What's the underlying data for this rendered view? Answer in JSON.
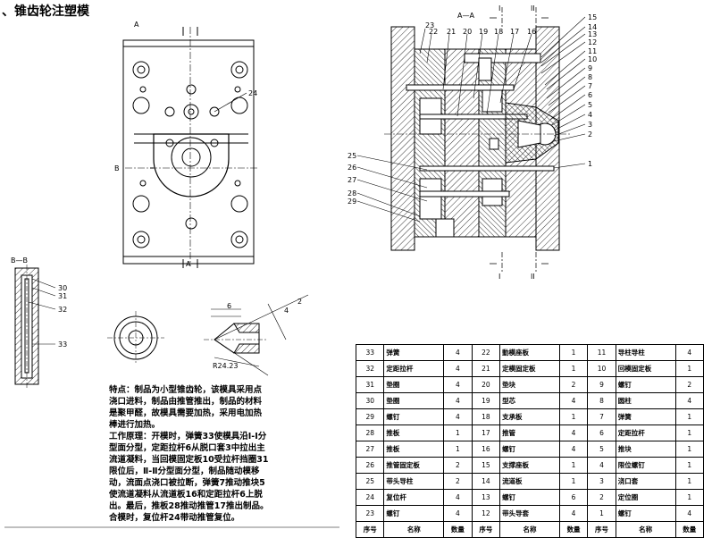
{
  "title": "、锥齿轮注塑模",
  "views": {
    "section_aa": "A—A",
    "section_bb": "B—B",
    "view_a_top": "A",
    "view_a_bottom": "A",
    "view_b_left": "B",
    "roman_i_top": "I",
    "roman_ii_top": "II",
    "roman_i_bottom": "I",
    "roman_ii_bottom": "II"
  },
  "callouts_right": [
    "15",
    "14",
    "13",
    "12",
    "11",
    "10",
    "9",
    "8",
    "7",
    "6",
    "5",
    "4",
    "3",
    "2",
    "1"
  ],
  "callouts_top": [
    "23",
    "22",
    "21",
    "20",
    "19",
    "18",
    "17",
    "16"
  ],
  "callouts_left": [
    "25",
    "26",
    "27",
    "28",
    "29"
  ],
  "callouts_bb": [
    "30",
    "31",
    "32",
    "33"
  ],
  "callout_24": "24",
  "gear_dims": [
    "6",
    "4",
    "R24.23",
    "2"
  ],
  "description": {
    "p1": "特点：制品为小型锥齿轮，该模具采用点浇口进料，制品由推管推出，制品的材料是聚甲醛，故模具需要加热，采用电加热棒进行加热。",
    "p2": "工作原理：开模时，弹簧33使模具沿Ⅰ-Ⅰ分型面分型，定距拉杆6从脱口套3中拉出主流道凝料，当回模固定板10受拉杆挡圈31限位后，Ⅱ-Ⅱ分型面分型，制品随动模移动，流面点浇口被拉断，弹簧7推动推块5使流道凝料从流道板16和定距拉杆6上脱出。最后，推板28推动推管17推出制品。合模时，复位杆24带动推管复位。"
  },
  "bom": {
    "headers": [
      "序号",
      "名称",
      "数量",
      "序号",
      "名称",
      "数量",
      "序号",
      "名称",
      "数量"
    ],
    "rows": [
      [
        "33",
        "弹簧",
        "4",
        "22",
        "動模座板",
        "1",
        "11",
        "导柱导柱",
        "4"
      ],
      [
        "32",
        "定距拉杆",
        "4",
        "21",
        "定模固定板",
        "1",
        "10",
        "回模固定板",
        "1"
      ],
      [
        "31",
        "垫圈",
        "4",
        "20",
        "垫块",
        "2",
        "9",
        "螺钉",
        "2"
      ],
      [
        "30",
        "垫圈",
        "4",
        "19",
        "型芯",
        "4",
        "8",
        "圆柱",
        "4"
      ],
      [
        "29",
        "螺钉",
        "4",
        "18",
        "支承板",
        "1",
        "7",
        "弹簧",
        "1"
      ],
      [
        "28",
        "推板",
        "1",
        "17",
        "推管",
        "4",
        "6",
        "定距拉杆",
        "1"
      ],
      [
        "27",
        "推板",
        "1",
        "16",
        "螺钉",
        "4",
        "5",
        "推块",
        "1"
      ],
      [
        "26",
        "推管固定板",
        "2",
        "15",
        "支撑座板",
        "1",
        "4",
        "限位螺钉",
        "1"
      ],
      [
        "25",
        "带头导柱",
        "2",
        "14",
        "流道板",
        "1",
        "3",
        "浇口套",
        "1"
      ],
      [
        "24",
        "复位杆",
        "4",
        "13",
        "螺钉",
        "6",
        "2",
        "定位圈",
        "1"
      ],
      [
        "23",
        "螺钉",
        "4",
        "12",
        "带头导套",
        "4",
        "1",
        "螺钉",
        "4"
      ]
    ]
  }
}
